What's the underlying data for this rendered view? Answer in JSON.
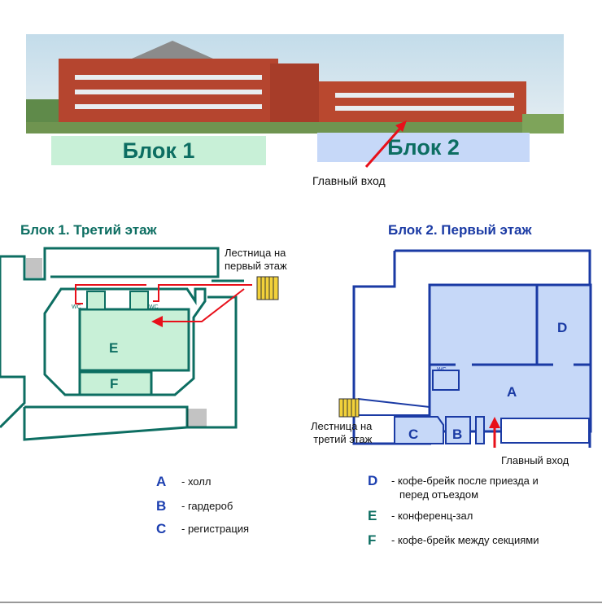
{
  "header": {
    "block1_label": "Блок 1",
    "block2_label": "Блок 2",
    "main_entrance_photo": "Главный вход"
  },
  "floor1": {
    "title": "Блок 1.  Третий этаж",
    "stairs_label_1": "Лестница на",
    "stairs_label_2": "первый этаж",
    "room_e": "E",
    "room_f": "F",
    "wc_left": "WC",
    "wc_right": "WC"
  },
  "floor2": {
    "title": "Блок 2. Первый этаж",
    "room_d": "D",
    "room_a": "A",
    "room_b": "B",
    "room_c": "C",
    "wc": "WC",
    "stairs_label_1": "Лестница на",
    "stairs_label_2": "третий этаж",
    "main_entrance": "Главный вход"
  },
  "legend": {
    "left": [
      {
        "letter": "A",
        "text": "- холл"
      },
      {
        "letter": "B",
        "text": "- гардероб"
      },
      {
        "letter": "C",
        "text": "- регистрация"
      }
    ],
    "right": [
      {
        "letter": "D",
        "text": "- кофе-брейк после приезда и",
        "text2": "перед отъездом"
      },
      {
        "letter": "E",
        "text": "- конференц-зал"
      },
      {
        "letter": "F",
        "text": "- кофе-брейк между секциями"
      }
    ]
  },
  "colors": {
    "teal": "#0d6e62",
    "blue": "#1a3aa4",
    "room_green": "#c8f0d7",
    "room_blue": "#c6d8f8",
    "arrow_red": "#e8101a"
  }
}
